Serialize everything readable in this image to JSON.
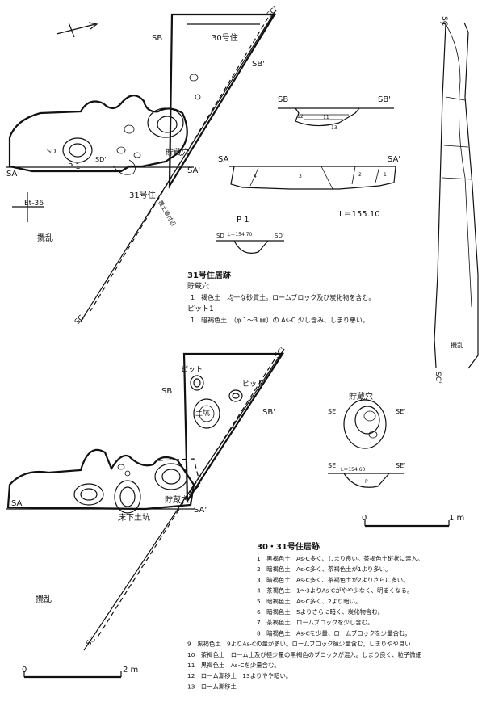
{
  "top_plan": {
    "sc": "SC",
    "sc_prime": "SC'",
    "sb": "SB",
    "sb_prime": "SB'",
    "sa": "SA",
    "sa_prime": "SA'",
    "sd": "SD",
    "sd_prime": "SD'",
    "house30": "30号住",
    "house31": "31号住",
    "storage": "貯蔵穴",
    "p1": "P 1",
    "grid": "Et-36",
    "disturb": "攪乱",
    "ditch": "覆土道付近"
  },
  "sections": {
    "sb": "SB",
    "sb_prime": "SB'",
    "sa": "SA",
    "sa_prime": "SA'",
    "level": "L＝155.10",
    "p1_title": "P 1",
    "sd": "SD",
    "sd_prime": "SD'",
    "p1_level": "L＝154.70"
  },
  "legend31": {
    "title": "31号住居跡",
    "storage_head": "貯蔵穴",
    "storage_line": "1　褐色土　均一な砂質土。ロームブロック及び炭化物を含む。",
    "pit_head": "ピット1",
    "pit_line": "1　暗褐色土　（φ 1～3 ㎜）の As-C 少し含み、しまり悪い。"
  },
  "bottom_plan": {
    "sc": "SC",
    "sc_prime": "SC'",
    "sb": "SB",
    "sb_prime": "SB'",
    "sa": "SA",
    "sa_prime": "SA'",
    "pit1": "ピット",
    "pit2": "ピット",
    "dokou": "土坑",
    "storage": "貯蔵穴",
    "yukashita": "床下土坑",
    "disturb": "攪乱"
  },
  "storage_detail": {
    "title": "貯蔵穴",
    "se": "SE",
    "se_prime": "SE'",
    "level": "L＝154.60",
    "p": "P"
  },
  "scale_1m": {
    "zero": "0",
    "end": "1 m"
  },
  "scale_2m": {
    "zero": "0",
    "end": "2 m"
  },
  "legend3031": {
    "title": "30・31号住居跡",
    "lines": [
      "1　黒褐色土　As-C多く、しまり良い。茶褐色土斑状に混入。",
      "2　暗褐色土　As-C多く、茶褐色土が1より多い。",
      "3　暗褐色土　As-C多く、茶褐色土が2よりさらに多い。",
      "4　茶褐色土　1～3よりAs-Cがやや少なく、明るくなる。",
      "5　暗褐色土　As-C多く、2より暗い。",
      "6　暗褐色土　5よりさらに暗く、炭化物含む。",
      "7　茶褐色土　ロームブロックを少し含む。",
      "8　暗褐色土　As-Cを少量、ロームブロックを少量含む。",
      "9　黒褐色土　9よりAs-Cの量が多い。ロームブロック極少量含む。しまりやや良い",
      "10　茶褐色土　ローム土及び極少量の黒褐色のブロックが混入。しまり良く、粒子微細",
      "11　黒褐色土　As-Cを少量含む。",
      "12　ローム漸移土　13よりやや暗い。",
      "13　ローム漸移土"
    ]
  },
  "right_section": {
    "sc": "SC",
    "sc_prime": "SC'",
    "disturb": "攪乱"
  }
}
